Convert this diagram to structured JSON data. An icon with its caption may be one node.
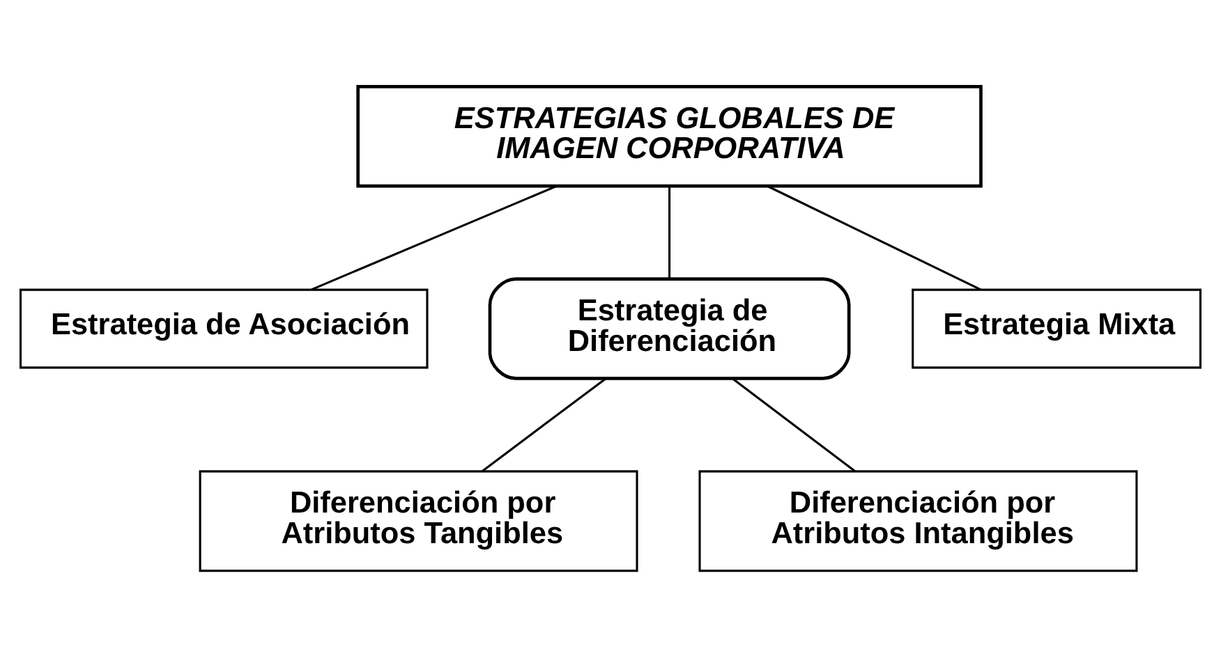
{
  "diagram": {
    "nodes": [
      {
        "text": [
          "ESTRATEGIAS GLOBALES DE IMAGEN CORPORATIVA"
        ]
      },
      {
        "text": [
          "Estrategia de Asociación"
        ]
      },
      {
        "text": [
          "Estrategia de Diferenciación"
        ]
      },
      {
        "text": [
          "Estrategia Mixta"
        ]
      },
      {
        "text": [
          "Diferenciación por Atributos Tangibles"
        ]
      },
      {
        "text": [
          "Diferenciación por Atributos Intangibles"
        ]
      }
    ],
    "edges": [
      {
        "from": 1,
        "to": 0,
        "arrow": "none"
      },
      {
        "from": 2,
        "to": 0,
        "arrow": "none"
      },
      {
        "from": 3,
        "to": 0,
        "arrow": "none"
      },
      {
        "from": 4,
        "to": 2,
        "arrow": "none"
      },
      {
        "from": 5,
        "to": 2,
        "arrow": "none"
      }
    ]
  }
}
